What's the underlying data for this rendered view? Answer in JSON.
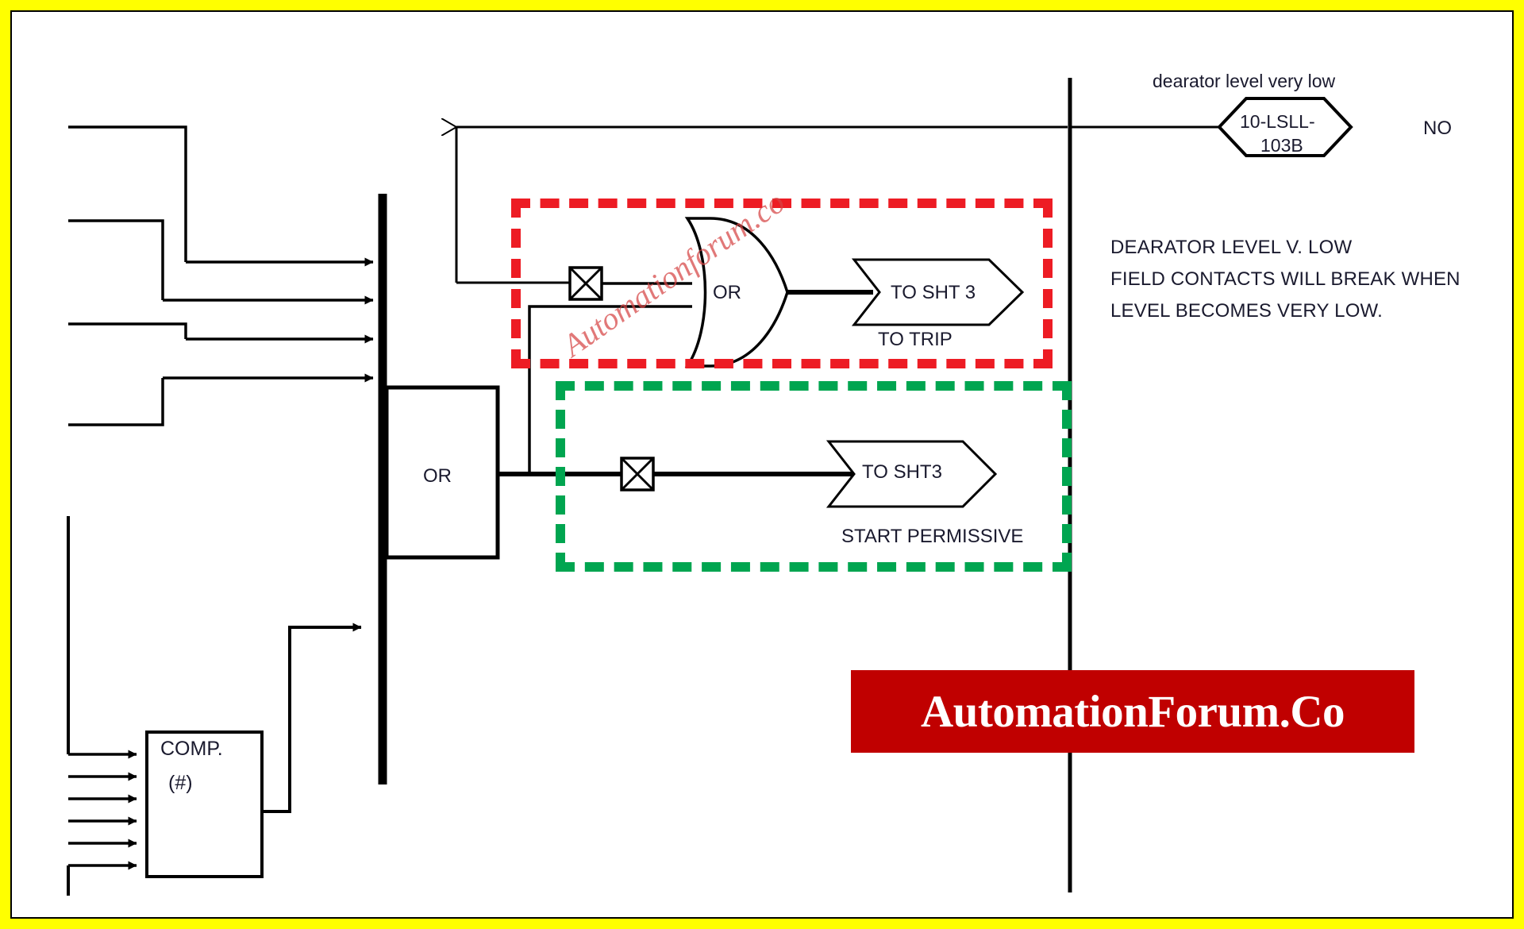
{
  "figure": {
    "kind": "instrument-logic-diagram",
    "frame_color": "#FFFF00",
    "background": "#FFFFFF"
  },
  "signal_tag": {
    "title": "dearator level very low",
    "tag_line1": "10-LSLL-",
    "tag_line2": "103B",
    "contact_state": "NO"
  },
  "description": {
    "lines": [
      "DEARATOR LEVEL V. LOW",
      "FIELD CONTACTS WILL BREAK WHEN",
      "LEVEL BECOMES VERY LOW."
    ]
  },
  "trip_branch": {
    "box_color": "#ED1C24",
    "gate_label": "OR",
    "destination": "TO SHT 3",
    "purpose": "TO TRIP"
  },
  "permissive_branch": {
    "box_color": "#00A550",
    "destination": "TO SHT3",
    "purpose": "START PERMISSIVE"
  },
  "or_block": {
    "label": "OR"
  },
  "comparator_block": {
    "line1": "COMP.",
    "line2": "(#)",
    "input_count": 6
  },
  "bus": {
    "input_arrow_count": 4,
    "lower_input_arrow_count": 1
  },
  "watermark": {
    "text": "Automationforum.co",
    "color": "#D64444"
  },
  "brand": {
    "text": "AutomationForum.Co",
    "background": "#C00000",
    "text_color": "#FFFFFF"
  }
}
